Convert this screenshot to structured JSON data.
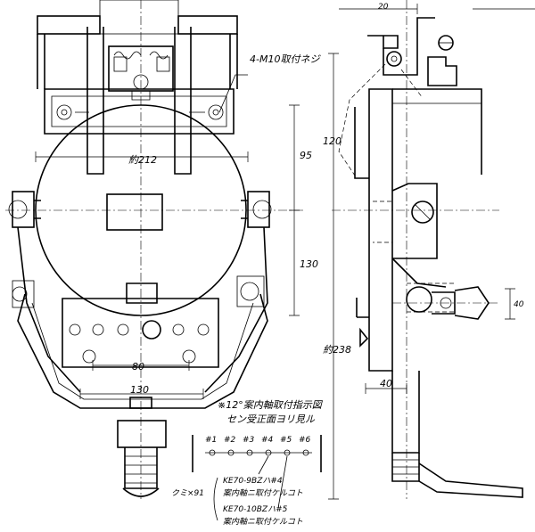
{
  "labels": {
    "bolt_callout": "4-M10取付ネジ",
    "width_212": "約212",
    "dim_95": "95",
    "dim_130_v": "130",
    "dim_80": "80",
    "dim_130_h": "130",
    "dim_120": "120",
    "dim_238": "約238",
    "dim_40_h": "40",
    "dim_40_v": "40",
    "dim_20": "20",
    "note_line1": "※12°案内軸取付指示図",
    "note_line2": "セン受正面ヨリ見ル",
    "pos_1": "#1",
    "pos_2": "#2",
    "pos_3": "#3",
    "pos_4": "#4",
    "pos_5": "#5",
    "pos_6": "#6",
    "ke70_9bz_a": "KE70-9BZハ#4",
    "ke70_9bz_b": "案内軸ニ取付ケルコト",
    "ke70_10bz_a": "KE70-10BZハ#5",
    "ke70_10bz_b": "案内軸ニ取付ケルコト",
    "kumi_label": "クミ×91"
  }
}
